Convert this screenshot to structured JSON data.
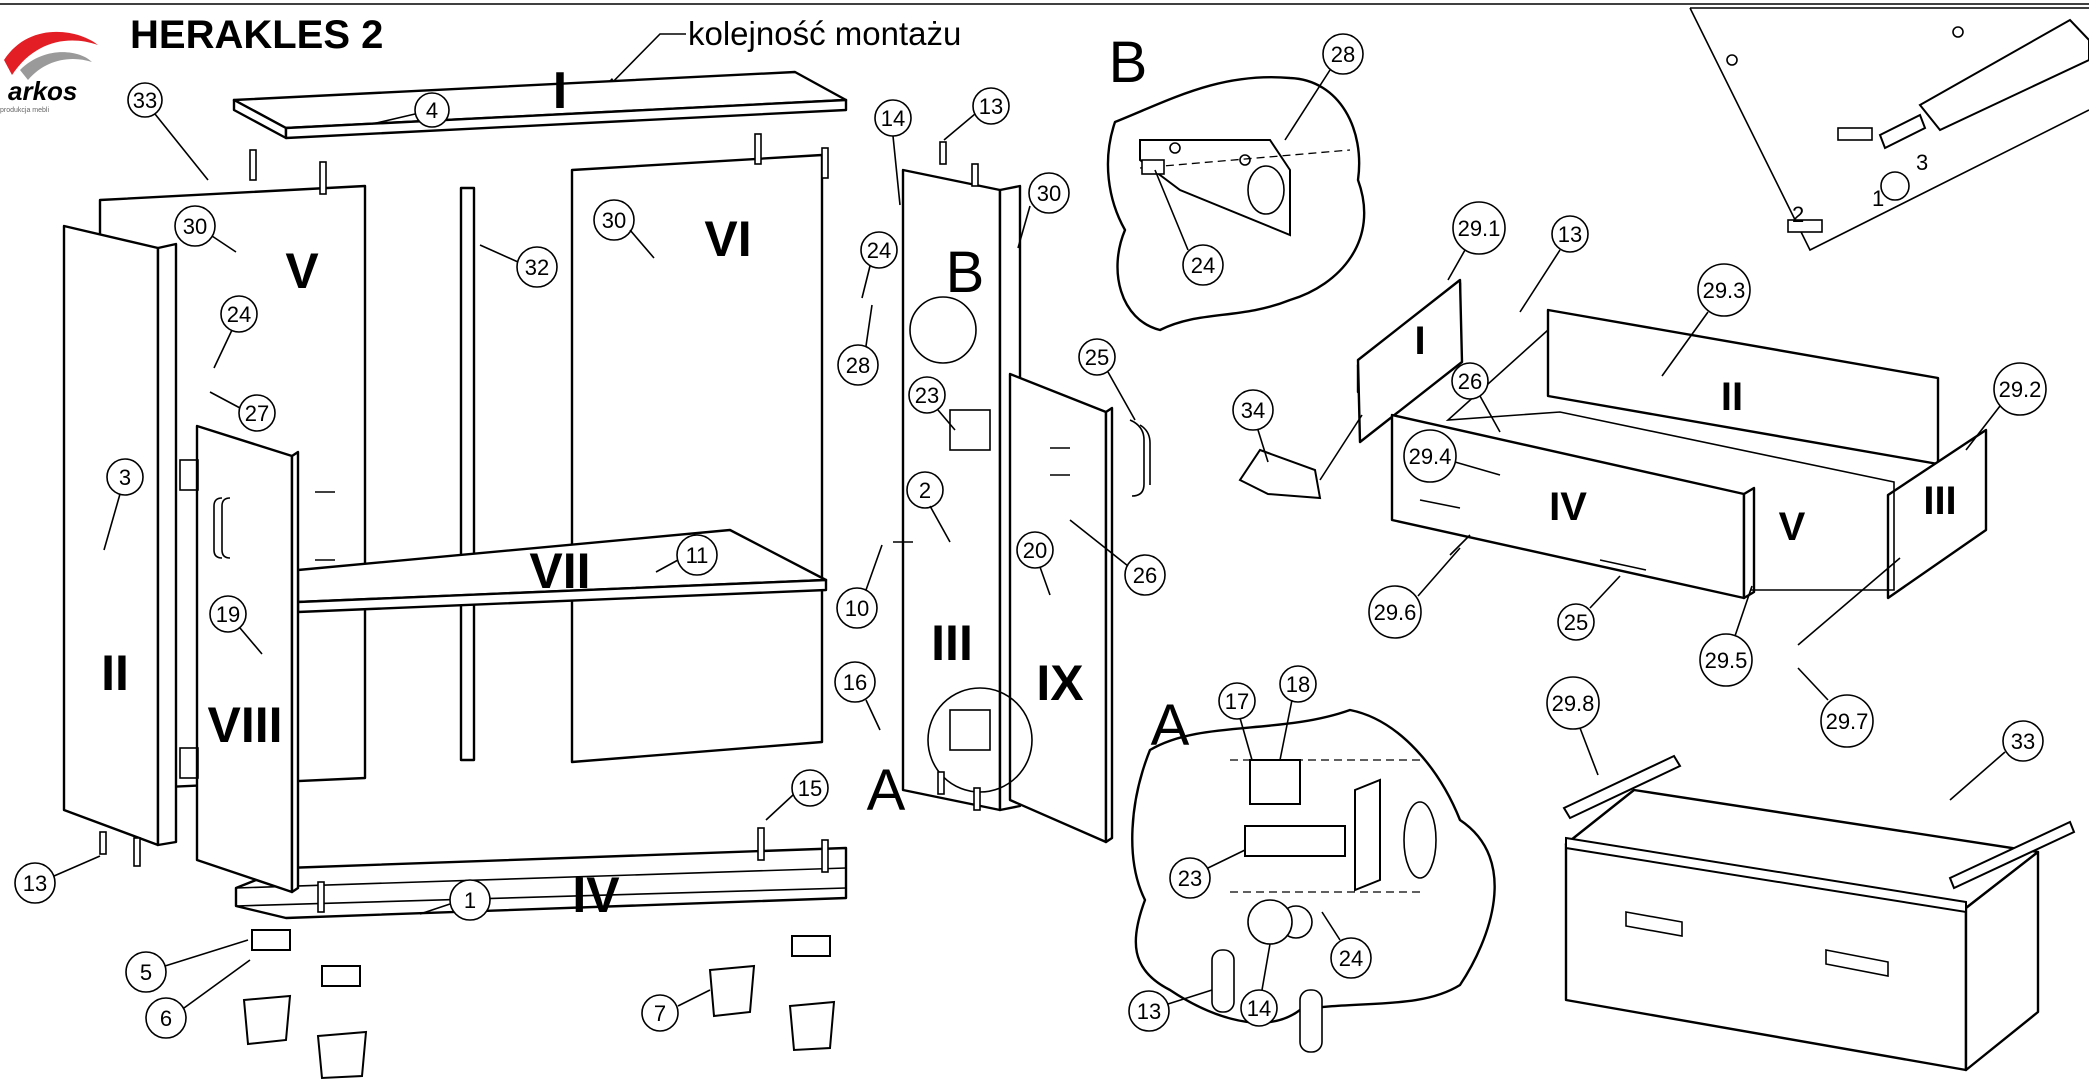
{
  "header": {
    "title": "HERAKLES 2",
    "order_note": "kolejność montażu",
    "logo_text": "arkos",
    "logo_tagline": "produkcja mebli"
  },
  "colors": {
    "ink": "#000000",
    "logo_red": "#e31e24",
    "logo_gray": "#9a9a9a",
    "paper": "#ffffff"
  },
  "panel_labels": {
    "p_I": "I",
    "p_II": "II",
    "p_III": "III",
    "p_IV": "IV",
    "p_V": "V",
    "p_VI": "VI",
    "p_VII": "VII",
    "p_VIII": "VIII",
    "p_IX": "IX"
  },
  "drawer_labels": {
    "d_I": "I",
    "d_II": "II",
    "d_III": "III",
    "d_IV": "IV",
    "d_V": "V"
  },
  "detail_labels": {
    "a_main": "A",
    "a_detail": "A",
    "b_detail": "B",
    "b_main": "B"
  },
  "callouts": {
    "c33a": "33",
    "c4": "4",
    "c30a": "30",
    "c32": "32",
    "c30b": "30",
    "c14a": "14",
    "c13a": "13",
    "c30c": "30",
    "c24a": "24",
    "c28a": "28",
    "c23a": "23",
    "c2": "2",
    "c10": "10",
    "c16": "16",
    "c25a": "25",
    "c20": "20",
    "c26a": "26",
    "c24b": "24",
    "c27": "27",
    "c3": "3",
    "c19": "19",
    "c11": "11",
    "c13b": "13",
    "c15": "15",
    "c1": "1",
    "c5": "5",
    "c6": "6",
    "c7": "7",
    "c28b": "28",
    "c24c": "24",
    "c29_1": "29.1",
    "c13c": "13",
    "c29_3": "29.3",
    "c26b": "26",
    "c29_2": "29.2",
    "c34": "34",
    "c29_4": "29.4",
    "c29_6": "29.6",
    "c25b": "25",
    "c29_5": "29.5",
    "c29_7": "29.7",
    "c29_8": "29.8",
    "c33b": "33",
    "c17": "17",
    "c18": "18",
    "c23b": "23",
    "c24d": "24",
    "c13d": "13",
    "c14b": "14"
  },
  "step_numbers": {
    "s1": "1",
    "s2": "2",
    "s3": "3"
  }
}
